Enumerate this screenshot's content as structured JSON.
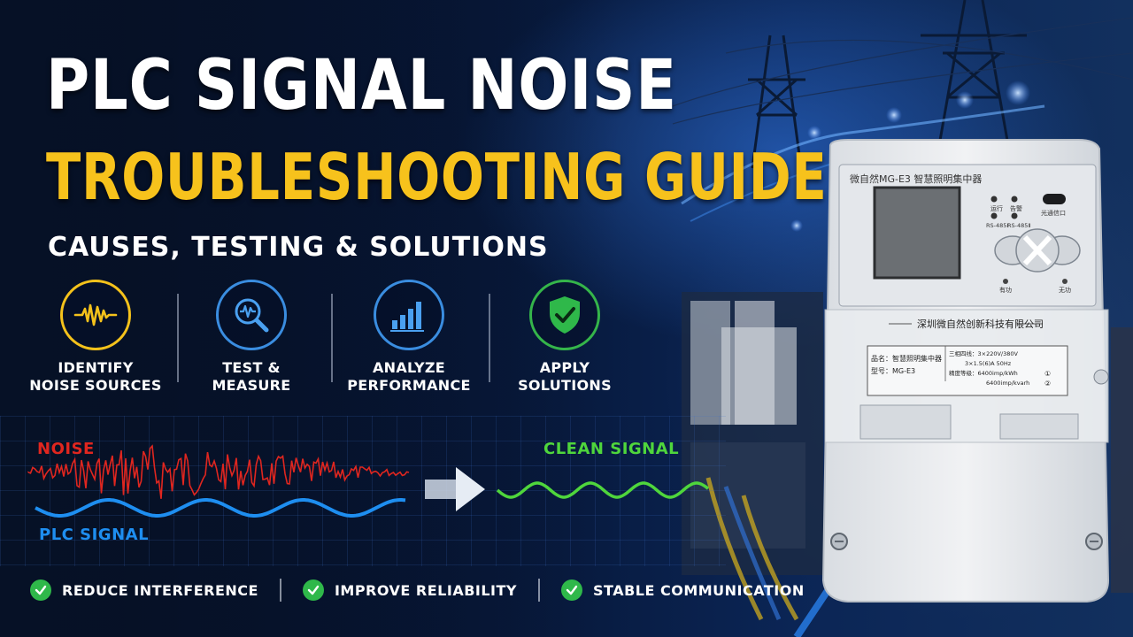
{
  "title_line1": "PLC SIGNAL NOISE",
  "title_line2": "TROUBLESHOOTING GUIDE",
  "subtitle": "CAUSES, TESTING & SOLUTIONS",
  "steps": [
    {
      "line1": "IDENTIFY",
      "line2": "NOISE SOURCES",
      "icon": "waveform-icon",
      "color": "#f5c21b"
    },
    {
      "line1": "TEST &",
      "line2": "MEASURE",
      "icon": "magnifier-waveform-icon",
      "color": "#3a8de0"
    },
    {
      "line1": "ANALYZE",
      "line2": "PERFORMANCE",
      "icon": "bar-chart-icon",
      "color": "#3a8de0"
    },
    {
      "line1": "APPLY",
      "line2": "SOLUTIONS",
      "icon": "shield-check-icon",
      "color": "#35b54a"
    }
  ],
  "waves": {
    "noise_label": "NOISE",
    "plc_label": "PLC SIGNAL",
    "clean_label": "CLEAN SIGNAL",
    "noise_color": "#e0261f",
    "plc_color": "#1e8ef0",
    "clean_color": "#4fd63c"
  },
  "benefits": [
    {
      "text": "REDUCE INTERFERENCE",
      "icon": "check-circle-icon"
    },
    {
      "text": "IMPROVE RELIABILITY",
      "icon": "check-circle-icon"
    },
    {
      "text": "STABLE COMMUNICATION",
      "icon": "check-circle-icon"
    }
  ],
  "device": {
    "model_header": "微自然MG-E3 智慧照明集中器",
    "ind_run": "运行",
    "ind_alarm": "告警",
    "ind_rs485_1": "RS-485Ⅰ",
    "ind_rs485_2": "RS-485Ⅱ",
    "optical_port": "光通信口",
    "active": "有功",
    "reactive": "无功",
    "company": "深圳微自然创新科技有限公司",
    "name_label": "品名：智慧照明集中器",
    "model_label": "型号：MG-E3",
    "spec_1": "三相四线：3×220V/380V",
    "spec_2": "3×1.5(6)A    50Hz",
    "spec_3": "精度等级：6400imp/kWh",
    "spec_4": "6400imp/kvarh",
    "circle_1": "①",
    "circle_2": "②"
  },
  "colors": {
    "title_yellow": "#f7c21c",
    "check_green": "#2fb84a",
    "background_navy": "#061126"
  }
}
